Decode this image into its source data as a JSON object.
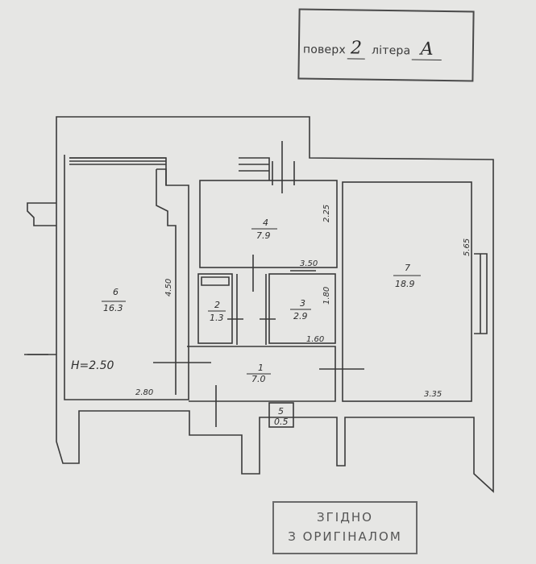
{
  "stamp": {
    "floor_label": "поверх",
    "floor_value": "2",
    "litera_label": "літера",
    "litera_value": "А"
  },
  "rooms": [
    {
      "number": "1",
      "area": "7.0"
    },
    {
      "number": "2",
      "area": "1.3"
    },
    {
      "number": "3",
      "area": "2.9"
    },
    {
      "number": "4",
      "area": "7.9"
    },
    {
      "number": "5",
      "area": "0.5"
    },
    {
      "number": "6",
      "area": "16.3"
    },
    {
      "number": "7",
      "area": "18.9"
    }
  ],
  "dimensions": [
    "2.25",
    "3.50",
    "4.50",
    "1.80",
    "1.60",
    "2.80",
    "5.65",
    "3.35"
  ],
  "ceiling_height": "H=2.50",
  "approval": {
    "line1": "ЗГІДНО",
    "line2": "З ОРИГІНАЛОМ"
  }
}
